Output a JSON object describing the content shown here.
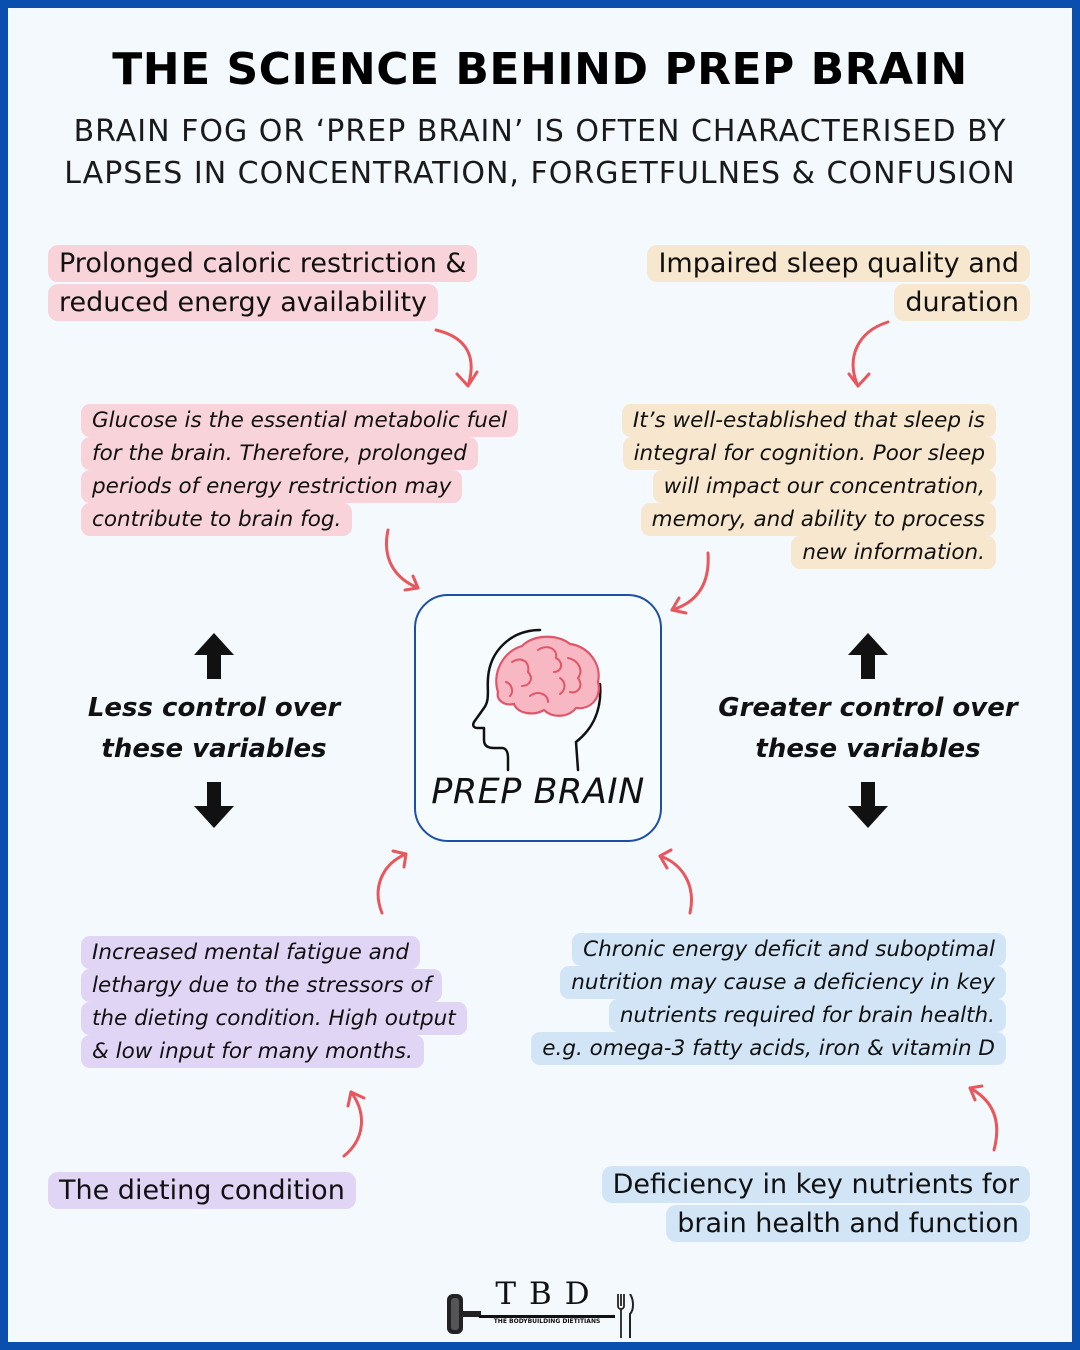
{
  "title": "THE SCIENCE BEHIND PREP BRAIN",
  "subtitle_lines": [
    "BRAIN FOG OR ‘PREP BRAIN’ IS OFTEN CHARACTERISED BY",
    "LAPSES IN CONCENTRATION, FORGETFULNES & CONFUSION"
  ],
  "center": {
    "label": "PREP BRAIN",
    "icon": "head-brain-icon"
  },
  "less_control": {
    "lines": [
      "Less control over",
      "these variables"
    ]
  },
  "greater_control": {
    "lines": [
      "Greater control over",
      "these variables"
    ]
  },
  "causes": {
    "caloric": {
      "lines": [
        "Prolonged caloric restriction &",
        "reduced energy availability"
      ]
    },
    "sleep": {
      "lines": [
        "Impaired sleep quality and",
        "duration"
      ]
    },
    "dieting": {
      "lines": [
        "The dieting condition"
      ]
    },
    "deficiency": {
      "lines": [
        "Deficiency in key nutrients for",
        "brain health and function"
      ]
    }
  },
  "notes": {
    "glucose": {
      "lines": [
        "Glucose is the essential metabolic fuel",
        "for the brain. Therefore, prolonged",
        "periods of energy restriction may",
        "contribute to brain fog."
      ]
    },
    "sleep": {
      "lines": [
        "It’s well-established that sleep is",
        "integral for cognition. Poor sleep",
        "will impact our concentration,",
        "memory, and ability to process",
        "new information."
      ]
    },
    "fatigue": {
      "lines": [
        "Increased mental fatigue and",
        "lethargy due to the stressors of",
        "the dieting condition. High output",
        "& low input for many months."
      ]
    },
    "nutrients": {
      "lines": [
        "Chronic energy deficit and suboptimal",
        "nutrition may cause a deficiency in key",
        "nutrients required for brain health.",
        "e.g. omega-3 fatty acids, iron & vitamin D"
      ]
    }
  },
  "logo": {
    "letters": "TBD",
    "tagline": "THE BODYBUILDING DIETITIANS"
  },
  "colors": {
    "border": "#0b4fae",
    "background": "#f3f9fd",
    "pink": "#f8d4da",
    "peach": "#f8e7cf",
    "lilac": "#e1d5f6",
    "blue": "#d2e5f7",
    "connector_arrow": "#e8575c",
    "center_border": "#1e4fa6"
  }
}
